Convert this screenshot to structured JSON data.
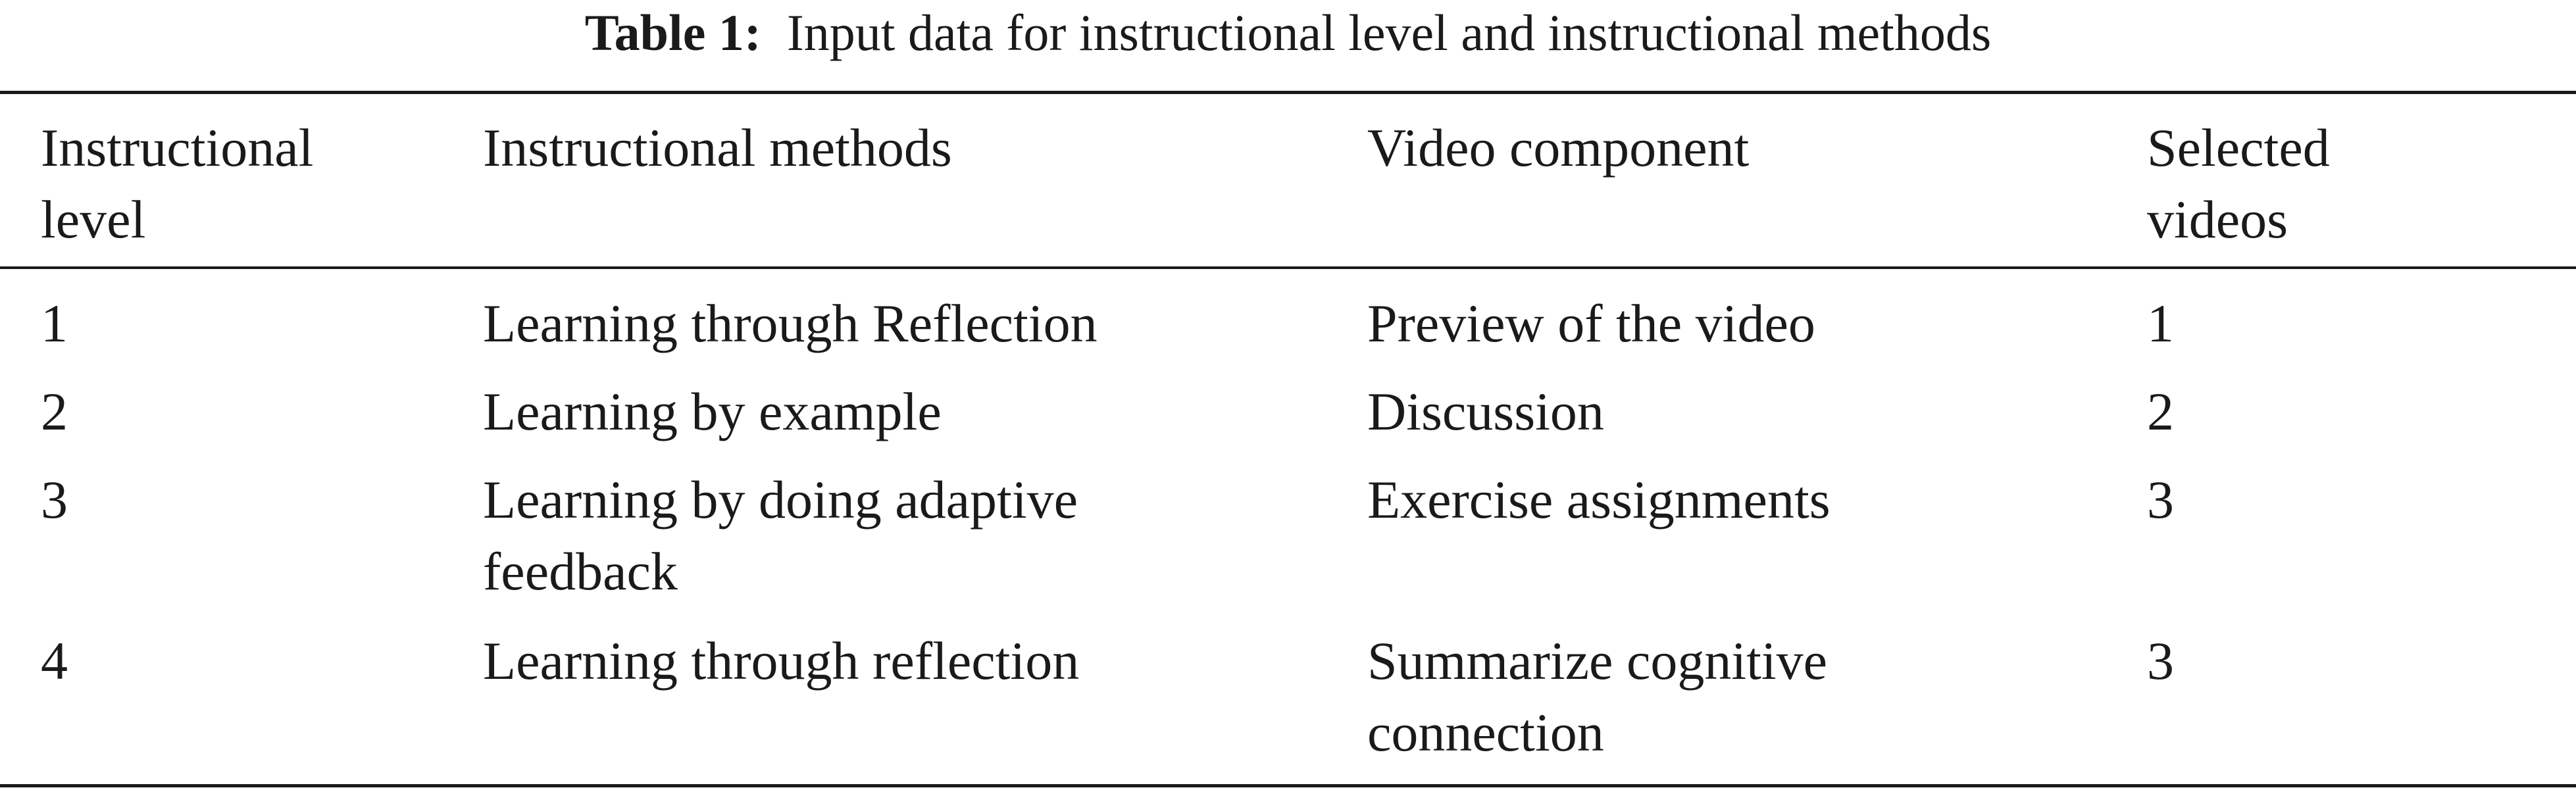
{
  "caption": {
    "label": "Table 1:",
    "text": "Input data for instructional level and instructional methods"
  },
  "table": {
    "headers": [
      "Instructional\nlevel",
      "Instructional methods",
      "Video component",
      "Selected\nvideos"
    ],
    "rows": [
      [
        "1",
        "Learning through Reflection",
        "Preview of the video",
        "1"
      ],
      [
        "2",
        "Learning by example",
        "Discussion",
        "2"
      ],
      [
        "3",
        "Learning by doing adaptive\nfeedback",
        "Exercise assignments",
        "3"
      ],
      [
        "4",
        "Learning through reflection",
        "Summarize cognitive\nconnection",
        "3"
      ]
    ]
  }
}
